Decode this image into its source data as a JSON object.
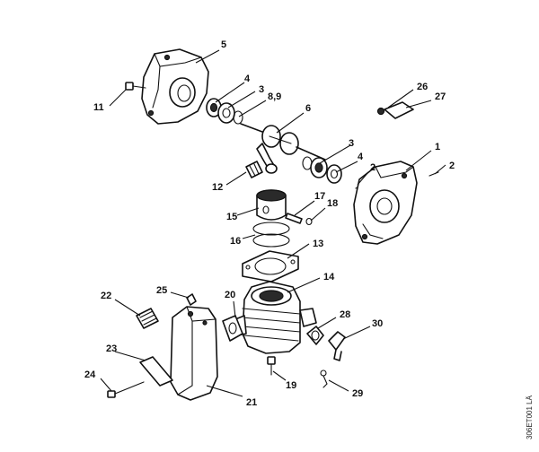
{
  "callouts": [
    {
      "id": "c1",
      "label": "1"
    },
    {
      "id": "c2a",
      "label": "2"
    },
    {
      "id": "c2b",
      "label": "2"
    },
    {
      "id": "c3a",
      "label": "3"
    },
    {
      "id": "c3b",
      "label": "3"
    },
    {
      "id": "c4a",
      "label": "4"
    },
    {
      "id": "c4b",
      "label": "4"
    },
    {
      "id": "c5",
      "label": "5"
    },
    {
      "id": "c6",
      "label": "6"
    },
    {
      "id": "c89",
      "label": "8,9"
    },
    {
      "id": "c11",
      "label": "11"
    },
    {
      "id": "c12",
      "label": "12"
    },
    {
      "id": "c13",
      "label": "13"
    },
    {
      "id": "c14",
      "label": "14"
    },
    {
      "id": "c15",
      "label": "15"
    },
    {
      "id": "c16",
      "label": "16"
    },
    {
      "id": "c17",
      "label": "17"
    },
    {
      "id": "c18",
      "label": "18"
    },
    {
      "id": "c19",
      "label": "19"
    },
    {
      "id": "c20",
      "label": "20"
    },
    {
      "id": "c21",
      "label": "21"
    },
    {
      "id": "c22",
      "label": "22"
    },
    {
      "id": "c23",
      "label": "23"
    },
    {
      "id": "c24",
      "label": "24"
    },
    {
      "id": "c25",
      "label": "25"
    },
    {
      "id": "c26",
      "label": "26"
    },
    {
      "id": "c27",
      "label": "27"
    },
    {
      "id": "c28",
      "label": "28"
    },
    {
      "id": "c29",
      "label": "29"
    },
    {
      "id": "c30",
      "label": "30"
    }
  ],
  "reference_code": "306ET001 LÄ"
}
